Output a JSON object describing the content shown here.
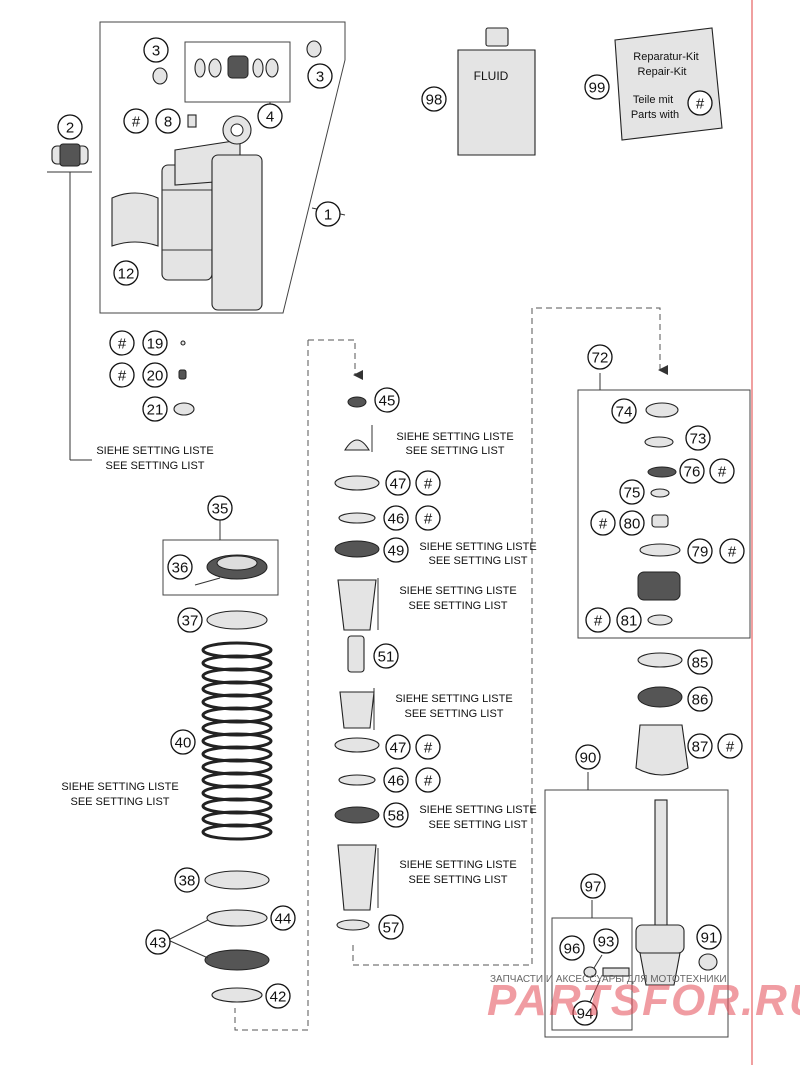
{
  "callouts": [
    {
      "id": "c1",
      "text": "1"
    },
    {
      "id": "c2",
      "text": "2"
    },
    {
      "id": "c3a",
      "text": "3"
    },
    {
      "id": "c3b",
      "text": "3"
    },
    {
      "id": "c4",
      "text": "4"
    },
    {
      "id": "c8",
      "text": "8"
    },
    {
      "id": "c12",
      "text": "12"
    },
    {
      "id": "c19",
      "text": "19"
    },
    {
      "id": "c20",
      "text": "20"
    },
    {
      "id": "c21",
      "text": "21"
    },
    {
      "id": "c35",
      "text": "35"
    },
    {
      "id": "c36",
      "text": "36"
    },
    {
      "id": "c37",
      "text": "37"
    },
    {
      "id": "c38",
      "text": "38"
    },
    {
      "id": "c40",
      "text": "40"
    },
    {
      "id": "c42",
      "text": "42"
    },
    {
      "id": "c43",
      "text": "43"
    },
    {
      "id": "c44",
      "text": "44"
    },
    {
      "id": "c45",
      "text": "45"
    },
    {
      "id": "c46a",
      "text": "46"
    },
    {
      "id": "c46b",
      "text": "46"
    },
    {
      "id": "c47a",
      "text": "47"
    },
    {
      "id": "c47b",
      "text": "47"
    },
    {
      "id": "c49",
      "text": "49"
    },
    {
      "id": "c51",
      "text": "51"
    },
    {
      "id": "c57",
      "text": "57"
    },
    {
      "id": "c58",
      "text": "58"
    },
    {
      "id": "c72",
      "text": "72"
    },
    {
      "id": "c73",
      "text": "73"
    },
    {
      "id": "c74",
      "text": "74"
    },
    {
      "id": "c75",
      "text": "75"
    },
    {
      "id": "c76",
      "text": "76"
    },
    {
      "id": "c79",
      "text": "79"
    },
    {
      "id": "c80",
      "text": "80"
    },
    {
      "id": "c81",
      "text": "81"
    },
    {
      "id": "c85",
      "text": "85"
    },
    {
      "id": "c86",
      "text": "86"
    },
    {
      "id": "c87",
      "text": "87"
    },
    {
      "id": "c90",
      "text": "90"
    },
    {
      "id": "c91",
      "text": "91"
    },
    {
      "id": "c93",
      "text": "93"
    },
    {
      "id": "c94",
      "text": "94"
    },
    {
      "id": "c96",
      "text": "96"
    },
    {
      "id": "c97",
      "text": "97"
    },
    {
      "id": "c98",
      "text": "98"
    },
    {
      "id": "c99",
      "text": "99"
    }
  ],
  "hash_symbol": "#",
  "setting_note": {
    "de": "SIEHE SETTING LISTE",
    "en": "SEE SETTING LIST"
  },
  "fluid_label": "FLUID",
  "repair_kit": {
    "line1": "Reparatur-Kit",
    "line2": "Repair-Kit",
    "line3": "Teile mit",
    "line4": "Parts with"
  },
  "watermark": {
    "small": "ЗАПЧАСТИ И АКСЕССУАРЫ ДЛЯ МОТОТЕХНИКИ",
    "large": "PARTSFOR.RU"
  }
}
